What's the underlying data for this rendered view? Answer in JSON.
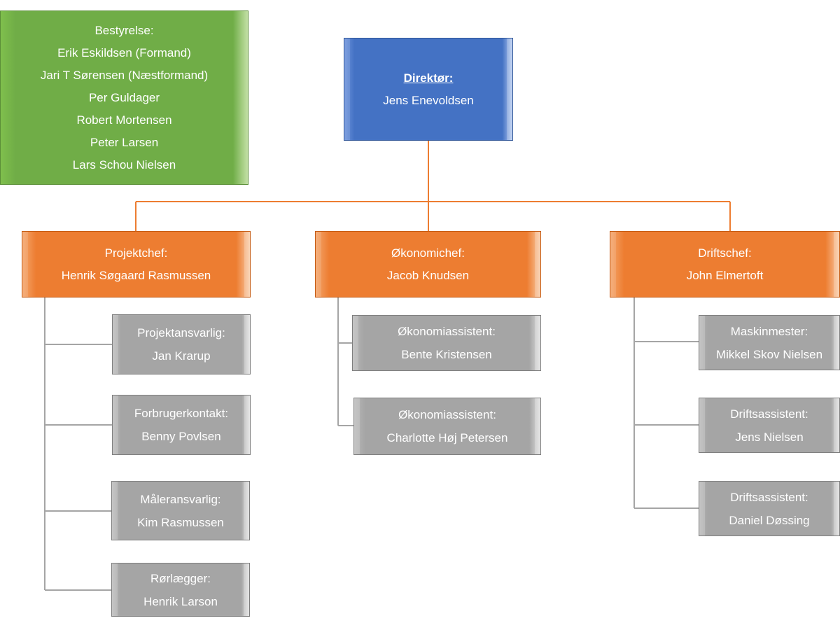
{
  "board": {
    "heading": "Bestyrelse:",
    "members": [
      "Erik Eskildsen (Formand)",
      "Jari T Sørensen (Næstformand)",
      "Per Guldager",
      "Robert Mortensen",
      "Peter Larsen",
      "Lars Schou Nielsen"
    ]
  },
  "director": {
    "title": "Direktør:",
    "name": "Jens Enevoldsen"
  },
  "departments": [
    {
      "title": "Projektchef:",
      "name": "Henrik Søgaard Rasmussen",
      "staff": [
        {
          "title": "Projektansvarlig:",
          "name": "Jan Krarup"
        },
        {
          "title": "Forbrugerkontakt:",
          "name": "Benny Povlsen"
        },
        {
          "title": "Måleransvarlig:",
          "name": "Kim Rasmussen"
        },
        {
          "title": "Rørlægger:",
          "name": "Henrik Larson"
        }
      ]
    },
    {
      "title": "Økonomichef:",
      "name": "Jacob Knudsen",
      "staff": [
        {
          "title": "Økonomiassistent:",
          "name": "Bente Kristensen"
        },
        {
          "title": "Økonomiassistent:",
          "name": "Charlotte Høj Petersen"
        }
      ]
    },
    {
      "title": "Driftschef:",
      "name": "John Elmertoft",
      "staff": [
        {
          "title": "Maskinmester:",
          "name": "Mikkel Skov Nielsen"
        },
        {
          "title": "Driftsassistent:",
          "name": "Jens Nielsen"
        },
        {
          "title": "Driftsassistent:",
          "name": "Daniel Døssing"
        }
      ]
    }
  ],
  "colors": {
    "board": "#70ad47",
    "director": "#4472c4",
    "department": "#ed7d31",
    "staff": "#a5a5a5",
    "connector_main": "#ed7d31",
    "connector_staff": "#a5a5a5"
  }
}
